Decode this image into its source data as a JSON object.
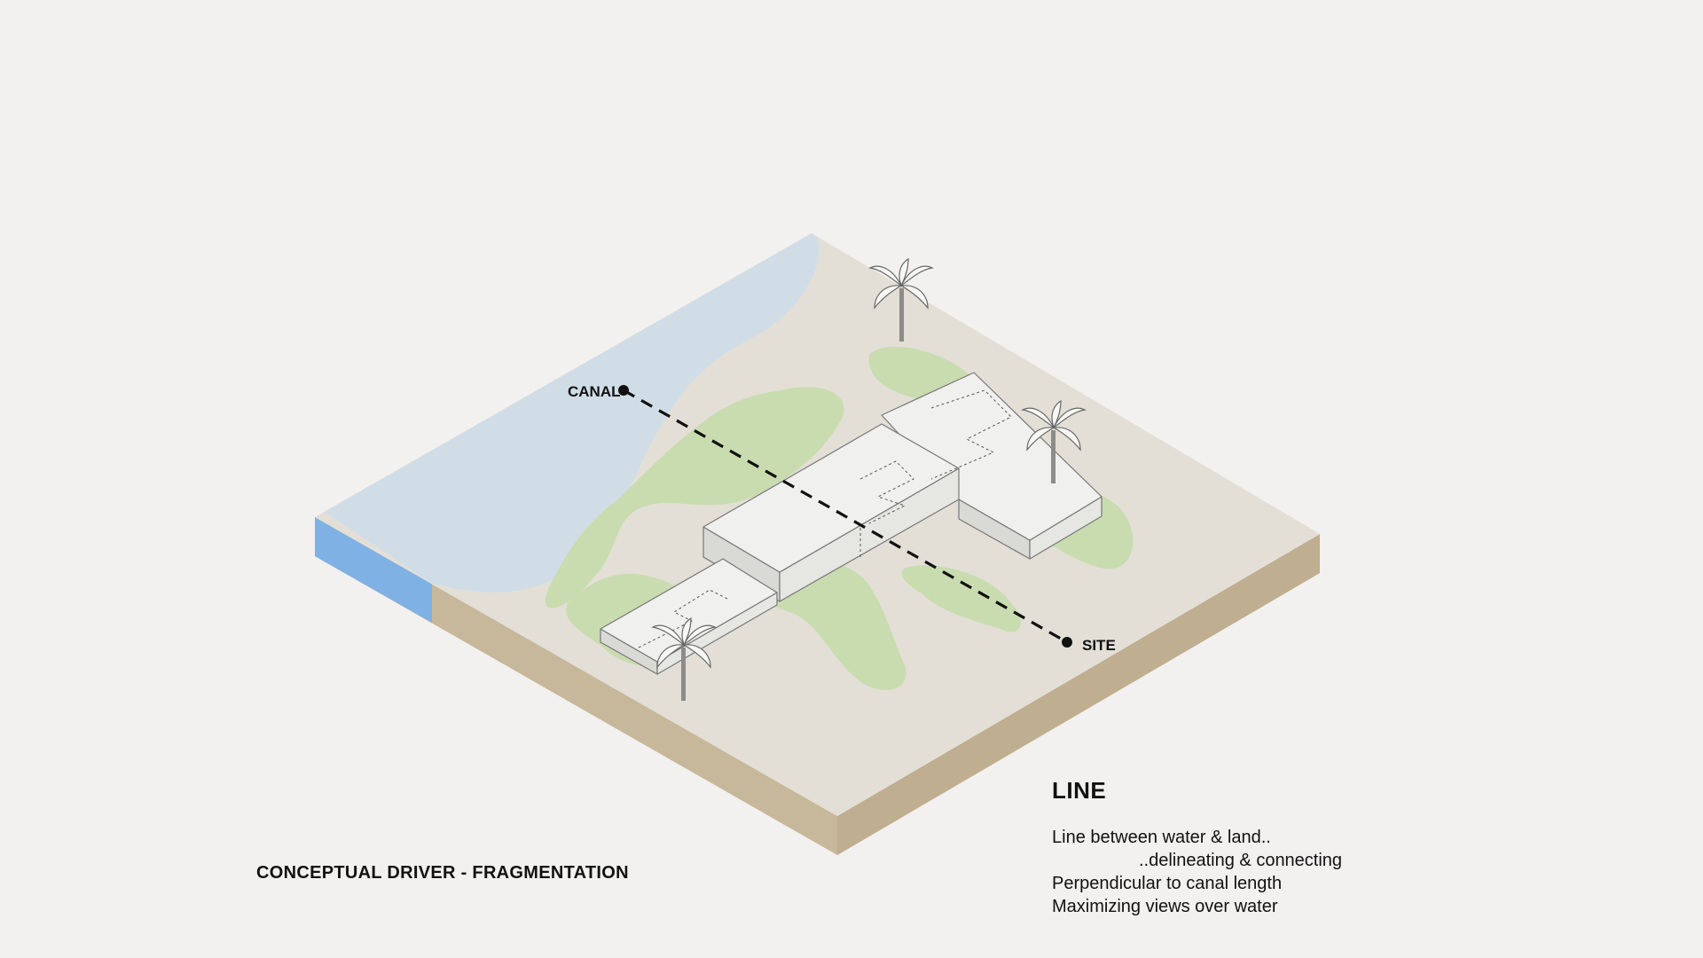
{
  "diagram": {
    "markers": {
      "canal": "CANAL",
      "site": "SITE"
    },
    "caption": "CONCEPTUAL DRIVER - FRAGMENTATION"
  },
  "notes": {
    "heading": "LINE",
    "lines": [
      "Line between water & land..",
      "..delineating & connecting",
      "Perpendicular to canal length",
      "Maximizing views over water"
    ]
  },
  "colors": {
    "background": "#f2f1ef",
    "ground_top": "#e3dfd6",
    "ground_side": "#c7b79b",
    "water": "#d0dde6",
    "water_edge": "#7fb1e4",
    "grass": "#c9dcb0",
    "building": "#f0f0ee"
  }
}
